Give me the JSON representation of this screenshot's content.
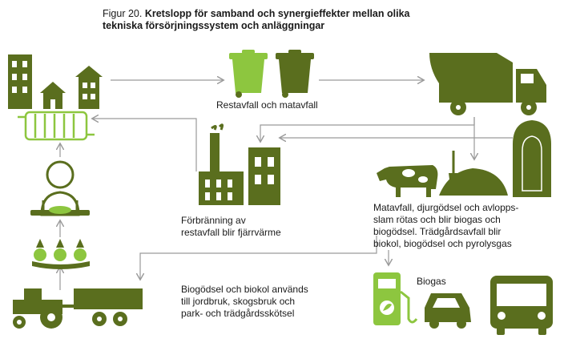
{
  "title": {
    "prefix": "Figur 20.",
    "line1": "Kretslopp för samband och synergieffekter mellan olika",
    "line2": "tekniska försörjningssystem och anläggningar"
  },
  "labels": {
    "bins": "Restavfall och matavfall",
    "incineration_line1": "Förbränning av",
    "incineration_line2": "restavfall blir fjärrvärme",
    "biogas_plant_line1": "Matavfall, djurgödsel och avlopps-",
    "biogas_plant_line2": "slam rötas och blir biogas och",
    "biogas_plant_line3": "biogödsel. Trädgårdsavfall blir",
    "biogas_plant_line4": "biokol, biogödsel och pyrolysgas",
    "farming_line1": "Biogödsel och biokol används",
    "farming_line2": "till jordbruk, skogsbruk och",
    "farming_line3": "park- och trädgårdsskötsel",
    "biogas": "Biogas"
  },
  "colors": {
    "dark_green": "#5a6e1e",
    "light_green": "#8dc63f",
    "arrow": "#9a9a9a"
  }
}
